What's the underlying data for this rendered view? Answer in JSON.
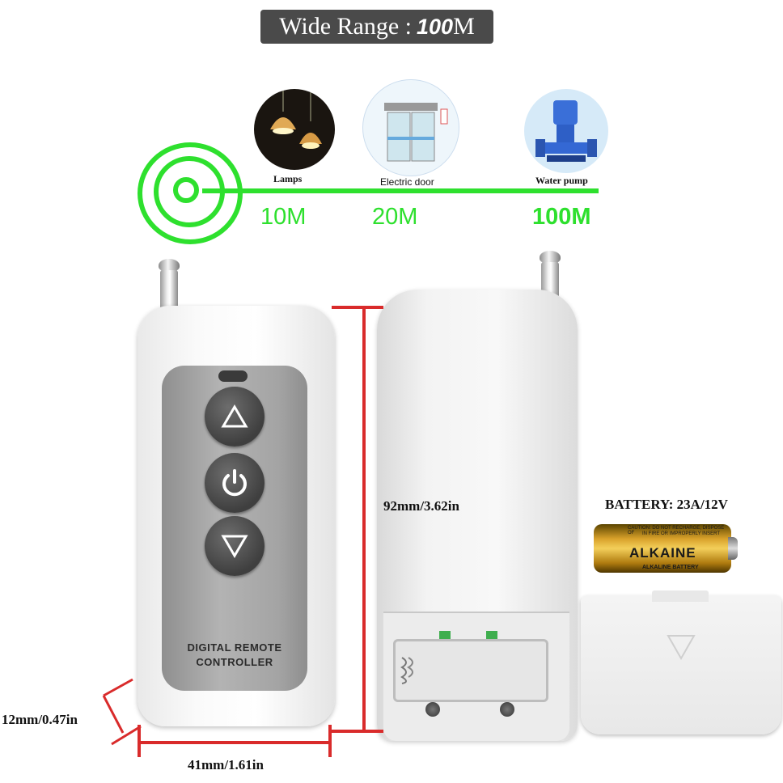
{
  "title": {
    "prefix": "Wide Range :",
    "value": "100",
    "unit": "M"
  },
  "range": {
    "distances": [
      "10M",
      "20M",
      "100M"
    ],
    "applications": [
      "Lamps",
      "Electric door",
      "Water pump"
    ],
    "accent_color": "#2ee02e"
  },
  "remote": {
    "brand_line1": "DIGITAL REMOTE",
    "brand_line2": "CONTROLLER",
    "buttons": [
      "up-button",
      "power-button",
      "down-button"
    ]
  },
  "dimensions": {
    "height": "92mm/3.62in",
    "width": "41mm/1.61in",
    "thickness": "12mm/0.47in"
  },
  "battery": {
    "label": "BATTERY: 23A/12V",
    "brand": "ALKAINE",
    "small_top": "CAUTION: DO NOT RECHARGE, DISPOSE OF",
    "small_top2": "IN FIRE OR IMPROPERLY INSERT",
    "small_bottom": "ALKALINE BATTERY"
  }
}
